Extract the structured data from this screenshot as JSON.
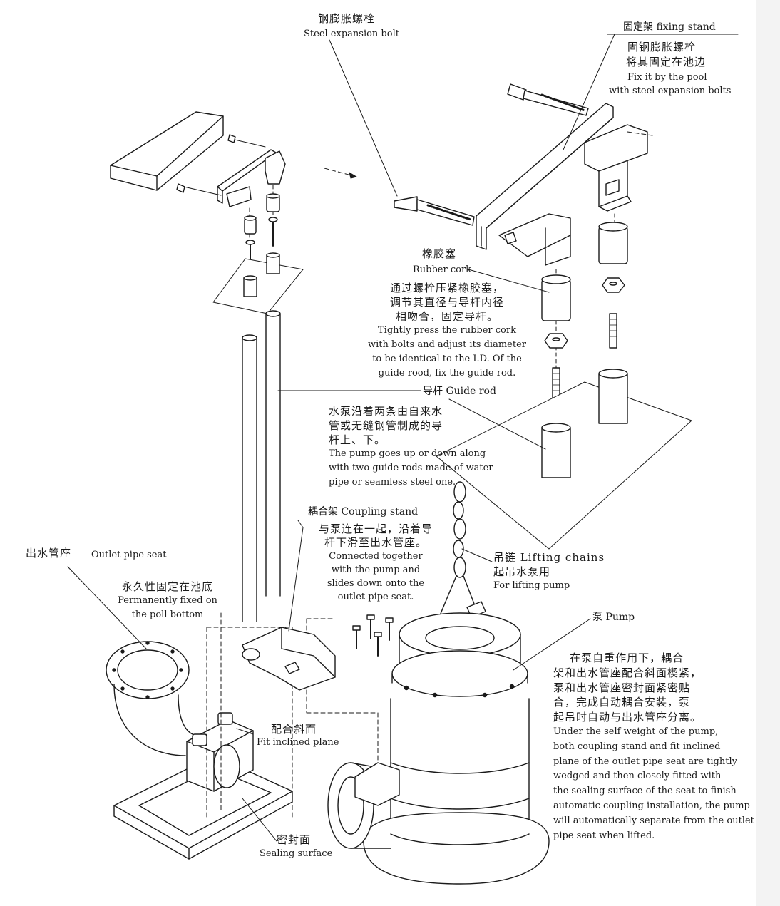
{
  "colors": {
    "line": "#1a1a1a",
    "metal": "#e6e6e6",
    "plate": "#ffffff"
  },
  "labels": {
    "bolt_zh": "钢膨胀螺栓",
    "bolt_en": "Steel expansion bolt",
    "fixing_stand": "固定架 fixing stand",
    "fix_desc_zh1": "固钢膨胀螺栓",
    "fix_desc_zh2": "将其固定在池边",
    "fix_desc_en1": "Fix it by the pool",
    "fix_desc_en2": "with steel expansion bolts",
    "cork_zh": "橡胶塞",
    "cork_en": "Rubber cork",
    "cork_desc": [
      "通过螺栓压紧橡胶塞，",
      "调节其直径与导杆内径",
      "相吻合，固定导杆。",
      "Tightly press the rubber cork",
      "with bolts and adjust its diameter",
      "to be identical to the I.D. Of the",
      "guide rood, fix the guide rod."
    ],
    "guide_rod": "导杆  Guide rod",
    "guide_desc": [
      "水泵沿着两条由自来水",
      "管或无缝钢管制成的导",
      "杆上、下。",
      "The pump goes up or down along",
      "with two guide rods made of water",
      "pipe or seamless steel one."
    ],
    "coupling": "耦合架 Coupling stand",
    "coupling_desc": [
      "与泵连在一起，沿着导",
      "杆下滑至出水管座。",
      "Connected together",
      "with the pump and",
      "slides down onto the",
      "outlet pipe seat."
    ],
    "outlet_zh": "出水管座",
    "outlet_en": "Outlet pipe seat",
    "permanent": [
      "永久性固定在池底",
      "Permanently fixed on",
      "the poll bottom"
    ],
    "chains": [
      "吊链   Lifting chains",
      "起吊水泵用",
      "For lifting pump"
    ],
    "pump": "泵 Pump",
    "pump_desc": [
      "    在泵自重作用下，耦合",
      "架和出水管座配合斜面楔紧，",
      "泵和出水管座密封面紧密贴",
      "合，完成自动耦合安装，泵",
      "起吊时自动与出水管座分离。",
      "Under the self weight of the pump,",
      "both coupling stand and fit inclined",
      "plane of the outlet pipe seat are tightly",
      "wedged and then closely fitted with",
      "the sealing surface of the seat to finish",
      "automatic coupling installation, the pump",
      "will automatically separate from the outlet",
      "pipe seat when lifted."
    ],
    "incline_zh": "配合斜面",
    "incline_en": "Fit inclined plane",
    "seal_zh": "密封面",
    "seal_en": "Sealing surface"
  }
}
